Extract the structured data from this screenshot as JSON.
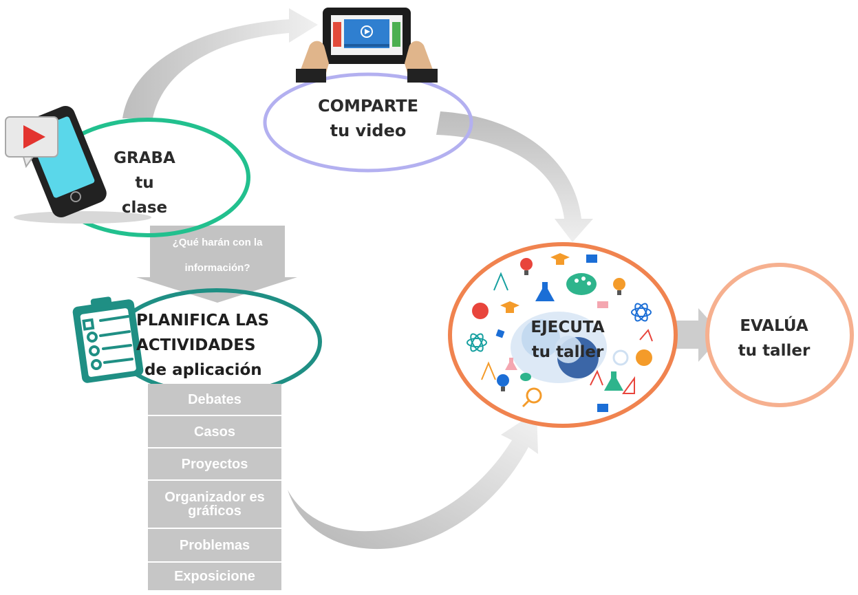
{
  "steps": {
    "graba": {
      "title": "GRABA",
      "line2": "tu",
      "line3": "clase"
    },
    "comparte": {
      "title": "COMPARTE",
      "subtitle": "tu video"
    },
    "planifica": {
      "line1": "PLANIFICA LAS",
      "line2": "ACTIVIDADES",
      "line3": "de aplicación"
    },
    "ejecuta": {
      "title": "EJECUTA",
      "subtitle": "tu taller"
    },
    "evalua": {
      "title": "EVALÚA",
      "subtitle": "tu taller"
    }
  },
  "question": {
    "line1": "¿Qué harán con la",
    "line2": "información?"
  },
  "activities": [
    "Debates",
    "Casos",
    "Proyectos",
    "Organizador es gráficos",
    "Problemas",
    "Exposicione"
  ],
  "colors": {
    "graba_ring": "#22c08e",
    "comparte_ring": "#b3b0f0",
    "planifica_ring": "#1f8f84",
    "ejecuta_ring": "#f0834f",
    "evalua_ring": "#f6b08f",
    "arrow": "#cfcfcf",
    "list_box": "#c6c6c6"
  },
  "icons": [
    "smartphone-video-icon",
    "tablet-video-icon",
    "clipboard-checklist-icon",
    "science-doodles-icon"
  ]
}
